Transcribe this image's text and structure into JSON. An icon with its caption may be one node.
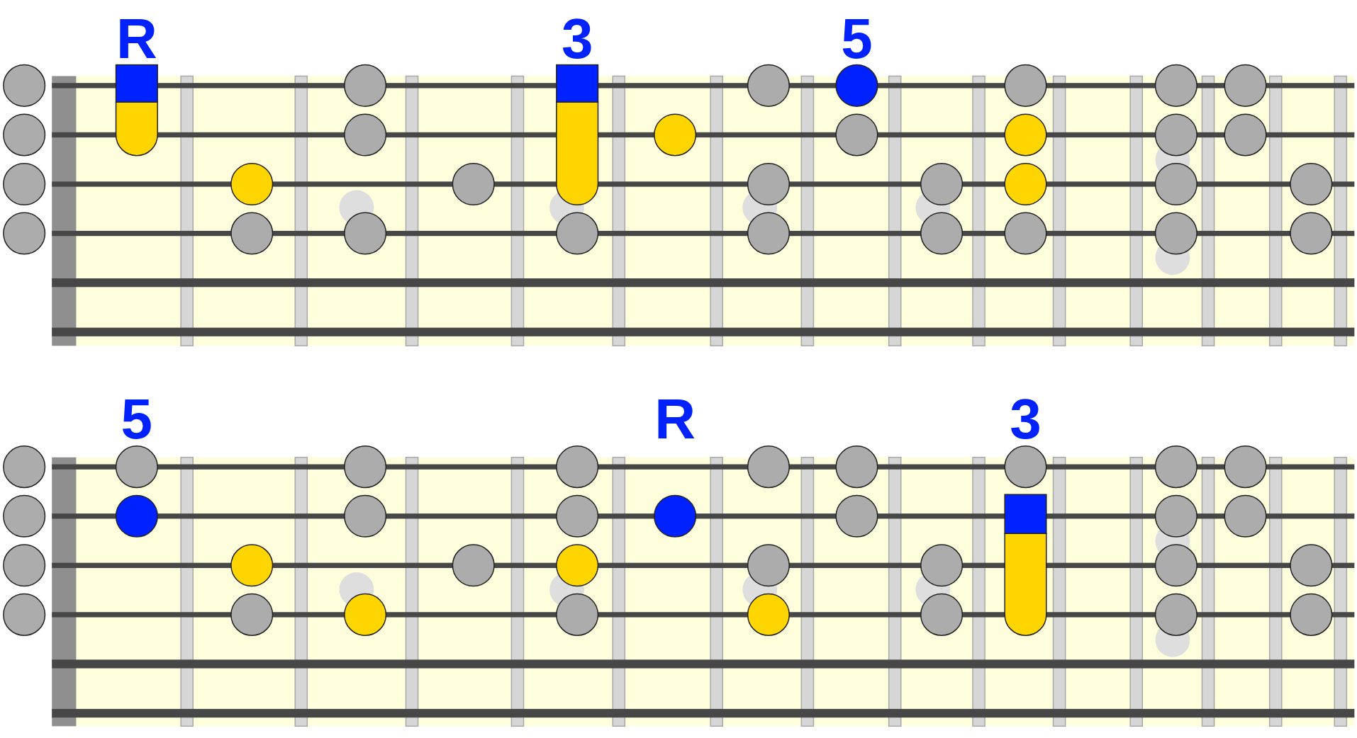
{
  "diagram": {
    "labels": [
      "R",
      "3",
      "5",
      "5",
      "R",
      "3"
    ]
  }
}
